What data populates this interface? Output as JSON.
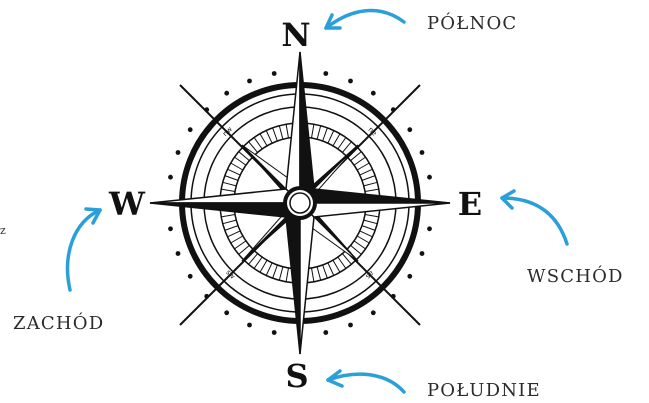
{
  "cardinals": {
    "north": "N",
    "south": "S",
    "east": "E",
    "west": "W"
  },
  "intercardinals": {
    "northwest": "nw",
    "northeast": "ne",
    "southwest": "sw",
    "southeast": "se"
  },
  "labels": {
    "north": "PÓŁNOC",
    "east": "WSCHÓD",
    "south": "POŁUDNIE",
    "west": "ZACHÓD"
  },
  "stray_mark": "z",
  "colors": {
    "ink": "#111111",
    "arrow": "#2a9fd8",
    "label_text": "#2b2b2b",
    "background": "#ffffff"
  },
  "icons": {
    "compass": "compass-rose-icon",
    "pointer": "curved-arrow-icon"
  }
}
